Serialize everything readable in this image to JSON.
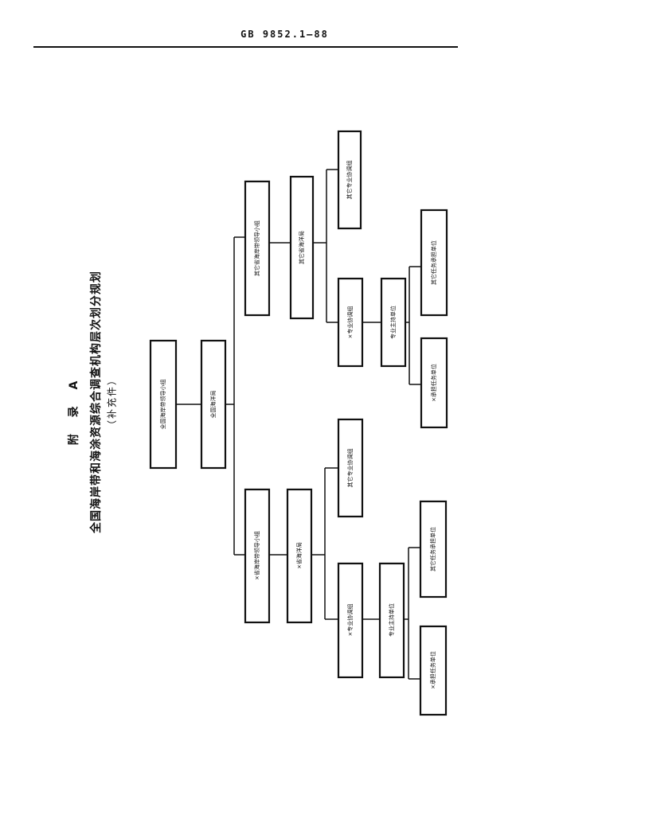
{
  "header": {
    "standard_code": "GB 9852.1—88"
  },
  "appendix": {
    "label": "附 录 A",
    "title": "全国海岸带和海涂资源综合调查机构层次划分规划",
    "subtitle": "（补充件）"
  },
  "org_chart": {
    "root": "全国海岸带领导小组",
    "level1": "全国海洋局",
    "left_branch": {
      "group": "×省海岸带领导小组",
      "office": "×省海洋局",
      "specialty_group": "×专业协调组",
      "other_specialty_group": "其它专业协调组",
      "host_unit": "专业主持单位",
      "task_unit": "×承担任务单位",
      "other_task_unit": "其它任务承担单位"
    },
    "right_branch": {
      "group": "其它省海岸带领导小组",
      "office": "其它省海洋局",
      "specialty_group": "×专业协调组",
      "other_specialty_group": "其它专业协调组",
      "host_unit": "专业主持单位",
      "task_unit": "×承担任务单位",
      "other_task_unit": "其它任务承担单位"
    }
  }
}
